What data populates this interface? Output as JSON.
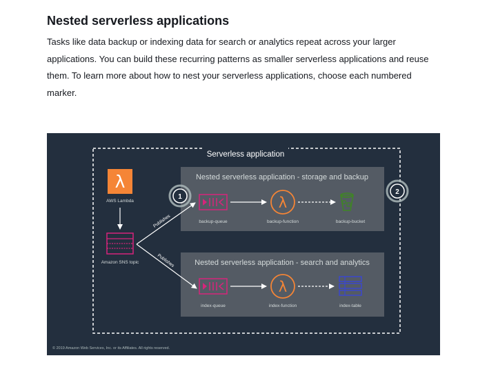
{
  "page": {
    "heading": "Nested serverless applications",
    "paragraph": "Tasks like data backup or indexing data for search or analytics repeat across your larger applications. You can build these recurring patterns as smaller serverless applications and reuse them. To learn more about how to nest your serverless applications, choose each numbered marker."
  },
  "diagram": {
    "outer_title": "Serverless application",
    "lambda_label": "AWS Lambda",
    "sns_label": "Amazon SNS topic",
    "publishes_label": "Publishes",
    "storage_group": {
      "title": "Nested serverless application - storage and backup",
      "queue": "backup-queue",
      "function": "backup-function",
      "bucket": "backup-bucket"
    },
    "search_group": {
      "title": "Nested serverless application - search and analytics",
      "queue": "index-queue",
      "function": "index-function",
      "table": "index-table"
    },
    "markers": [
      "1",
      "2"
    ],
    "copyright": "© 2019 Amazon Web Services, Inc. or its Affiliates. All rights reserved.",
    "colors": {
      "background": "#232f3e",
      "group": "#545b64",
      "lambda": "#f58536",
      "queue": "#d6247b",
      "bucket": "#3f8624",
      "table": "#3b48cc"
    },
    "icons": {
      "lambda": "lambda-icon",
      "sns": "sns-topic-icon",
      "queue": "sqs-queue-icon",
      "bucket": "s3-bucket-icon",
      "table": "dynamodb-table-icon"
    }
  }
}
